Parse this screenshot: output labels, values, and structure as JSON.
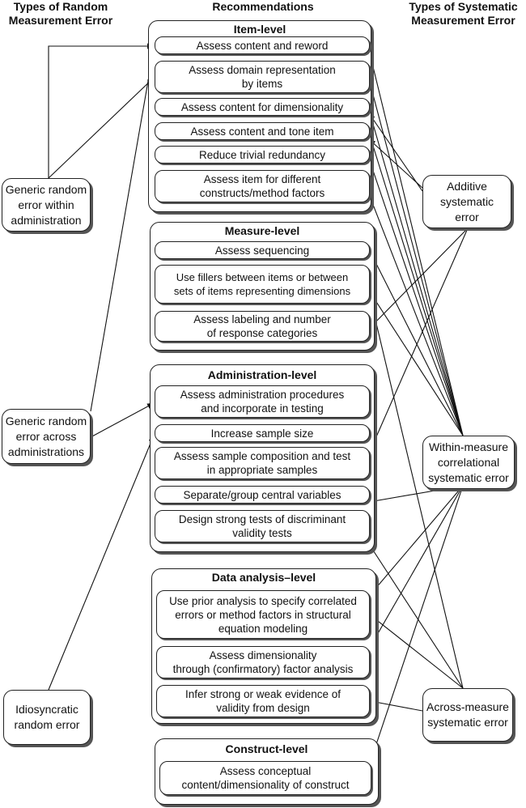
{
  "headers": {
    "random": "Types of Random\nMeasurement Error",
    "recommendations": "Recommendations",
    "systematic": "Types of Systematic\nMeasurement Error"
  },
  "groups": [
    {
      "title": "Item-level",
      "items": [
        "Assess content and reword",
        "Assess domain representation\nby items",
        "Assess content for dimensionality",
        "Assess content and tone item",
        "Reduce trivial redundancy",
        "Assess item for different\nconstructs/method factors"
      ]
    },
    {
      "title": "Measure-level",
      "items": [
        "Assess sequencing",
        "Use fillers between items or between\nsets of items representing dimensions",
        "Assess labeling and number\nof response categories"
      ]
    },
    {
      "title": "Administration-level",
      "items": [
        "Assess administration procedures\nand incorporate in testing",
        "Increase sample size",
        "Assess sample composition and test\nin appropriate samples",
        "Separate/group central variables",
        "Design strong tests of discriminant\nvalidity tests"
      ]
    },
    {
      "title": "Data analysis–level",
      "items": [
        "Use prior analysis to specify correlated\nerrors or method factors in structural\nequation modeling",
        "Assess dimensionality\nthrough (confirmatory) factor analysis",
        "Infer strong or weak evidence of\nvalidity from design"
      ]
    },
    {
      "title": "Construct-level",
      "items": [
        "Assess conceptual\ncontent/dimensionality of construct"
      ]
    }
  ],
  "random_errors": [
    "Generic random\nerror within\nadministration",
    "Generic random\nerror across\nadministrations",
    "Idiosyncratic\nrandom error"
  ],
  "systematic_errors": [
    "Additive\nsystematic\nerror",
    "Within-measure\ncorrelational\nsystematic error",
    "Across-measure\nsystematic error"
  ]
}
